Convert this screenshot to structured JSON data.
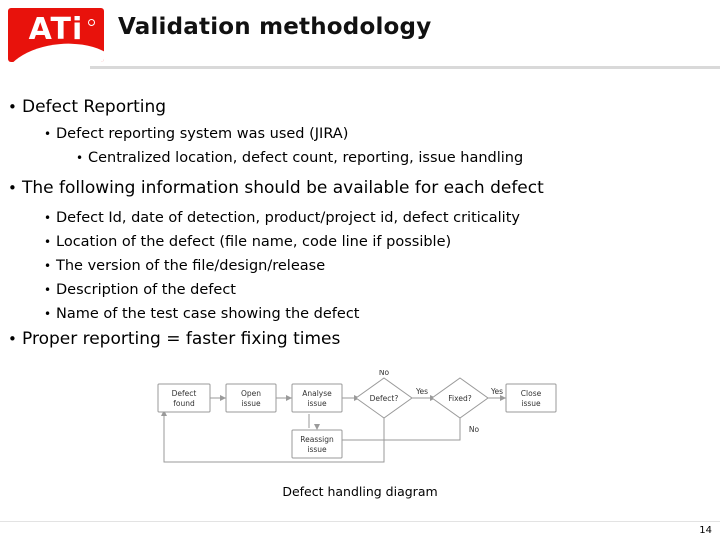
{
  "slide": {
    "title": "Validation methodology",
    "logo_text": "ATi",
    "page_number": "14",
    "caption": "Defect handling diagram"
  },
  "bullets": [
    {
      "level": 1,
      "text": "Defect Reporting"
    },
    {
      "level": 2,
      "text": "Defect reporting system was used (JIRA)"
    },
    {
      "level": 3,
      "text": "Centralized location, defect count, reporting, issue handling"
    },
    {
      "level": 1,
      "text": "The following information should be available for each defect"
    },
    {
      "level": 2,
      "text": "Defect Id, date of detection, product/project id, defect criticality"
    },
    {
      "level": 2,
      "text": "Location of the defect (file name, code line if possible)"
    },
    {
      "level": 2,
      "text": "The version of the file/design/release"
    },
    {
      "level": 2,
      "text": "Description of the defect"
    },
    {
      "level": 2,
      "text": "Name of the test case showing the defect"
    },
    {
      "level": 1,
      "text": "Proper reporting = faster fixing times"
    }
  ],
  "diagram": {
    "nodes": [
      {
        "id": "defect-found",
        "label": "Defect\nfound",
        "shape": "box"
      },
      {
        "id": "open-issue",
        "label": "Open\nissue",
        "shape": "box"
      },
      {
        "id": "analyse-issue",
        "label": "Analyse\nissue",
        "shape": "box"
      },
      {
        "id": "reassign-issue",
        "label": "Reassign\nissue",
        "shape": "box"
      },
      {
        "id": "defect-decision",
        "label": "Defect?",
        "shape": "diamond"
      },
      {
        "id": "fixed-decision",
        "label": "Fixed?",
        "shape": "diamond"
      },
      {
        "id": "close-issue",
        "label": "Close\nissue",
        "shape": "box"
      }
    ],
    "edge_labels": [
      {
        "id": "defect-no",
        "text": "No"
      },
      {
        "id": "defect-yes",
        "text": "Yes"
      },
      {
        "id": "fixed-yes",
        "text": "Yes"
      },
      {
        "id": "fixed-no",
        "text": "No"
      }
    ]
  },
  "colors": {
    "brand_red": "#e8120c",
    "text": "#000000",
    "rule": "#d9d9d9"
  }
}
